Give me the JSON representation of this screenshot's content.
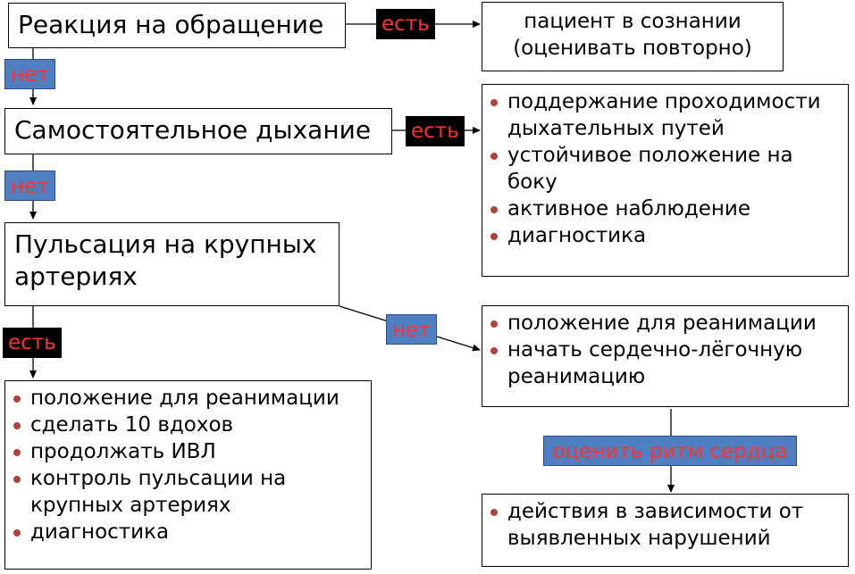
{
  "steps": {
    "reaction": "Реакция на обращение",
    "breathing": "Самостоятельное дыхание",
    "pulse": "Пульсация на крупных артериях"
  },
  "labels": {
    "yes": "есть",
    "no": "нет",
    "assess_rhythm": "оценить ритм сердца"
  },
  "outcomes": {
    "conscious": "пациент в сознании (оценивать повторно)",
    "breathing_actions": [
      "поддержание проходимости дыхательных путей",
      "устойчивое положение на боку",
      "активное наблюдение",
      "диагностика"
    ],
    "pulse_actions": [
      "положение для реанимации",
      "сделать 10 вдохов",
      "продолжать ИВЛ",
      "контроль пульсации на крупных артериях",
      "диагностика"
    ],
    "no_pulse_actions": [
      "положение для реанимации",
      "начать сердечно-лёгочную реанимацию"
    ],
    "rhythm_actions": [
      "действия в зависимости от выявленных нарушений"
    ]
  },
  "colors": {
    "yes_tag_bg": "#000000",
    "no_tag_bg": "#4f7fc0",
    "tag_text": "#ff3030",
    "bullet": "#b0413e"
  }
}
